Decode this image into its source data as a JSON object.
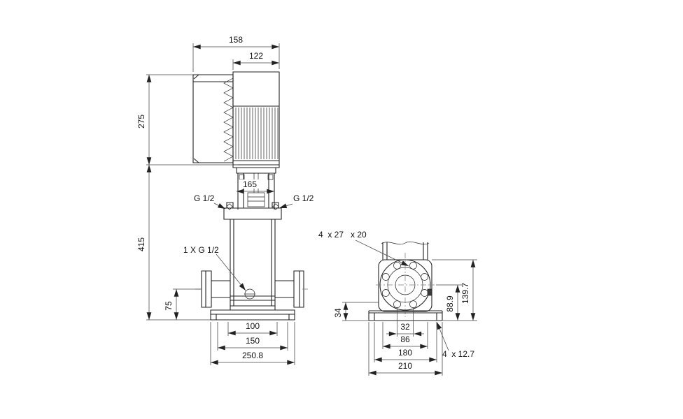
{
  "drawing": {
    "side_view": {
      "dim_158": "158",
      "dim_122": "122",
      "dim_275": "275",
      "dim_165": "165",
      "dim_415": "415",
      "dim_75": "75",
      "dim_100": "100",
      "dim_150": "150",
      "dim_250_8": "250.8",
      "port_left": "G 1/2",
      "port_right": "G 1/2",
      "drain_port": "1 X G 1/2"
    },
    "end_view": {
      "bolt_spec": "4  x 27   x 20",
      "dim_34": "34",
      "dim_88_9": "88.9",
      "dim_139_7": "139.7",
      "dim_32": "32",
      "dim_86": "86",
      "dim_180": "180",
      "dim_210": "210",
      "base_hole_spec": "4  x 12.7"
    }
  }
}
